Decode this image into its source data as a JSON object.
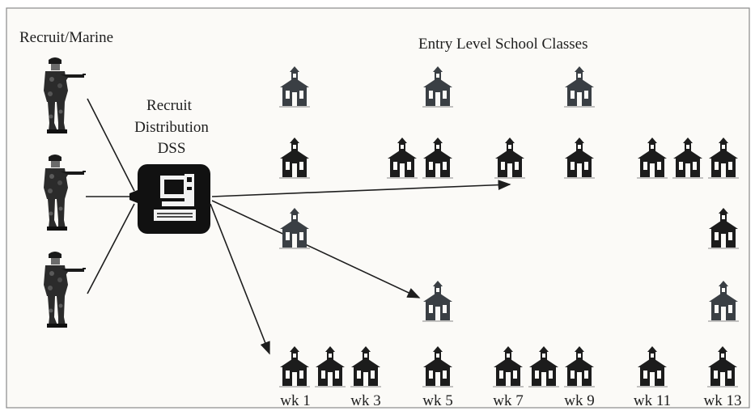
{
  "labels": {
    "recruit_marine": "Recruit/Marine",
    "entry_level_school_classes": "Entry Level School Classes",
    "recruit": "Recruit",
    "distribution": "Distribution",
    "dss": "DSS"
  },
  "week_labels": [
    "wk 1",
    "wk 3",
    "wk 5",
    "wk 7",
    "wk 9",
    "wk 11",
    "wk 13"
  ],
  "icons": {
    "recruit": "soldier-icon",
    "school": "schoolhouse-icon",
    "dss": "computer-icon"
  },
  "colors": {
    "background": "#ffffff",
    "panel": "#fbfaf7",
    "ink": "#1e1e1e",
    "school_dark": "#1c1c1c",
    "school_light": "#3a3f44"
  }
}
